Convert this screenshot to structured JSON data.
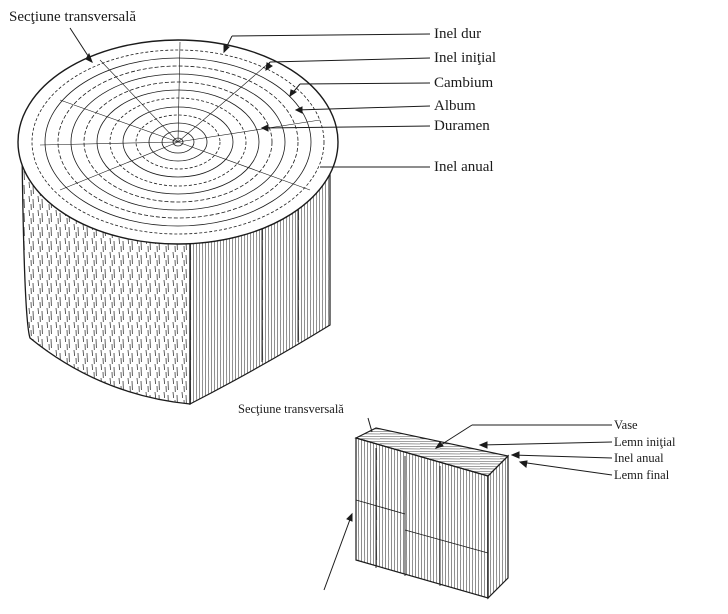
{
  "log": {
    "cross_section": "Secţiune transversală",
    "callouts": [
      "Inel dur",
      "Inel iniţial",
      "Cambium",
      "Album",
      "Duramen",
      "Inel anual"
    ]
  },
  "block": {
    "cross_section": "Secţiune transversală",
    "callouts": [
      "Vase",
      "Lemn iniţial",
      "Inel anual",
      "Lemn final"
    ]
  },
  "colors": {
    "ink": "#1b1b1b",
    "paper": "#ffffff"
  }
}
